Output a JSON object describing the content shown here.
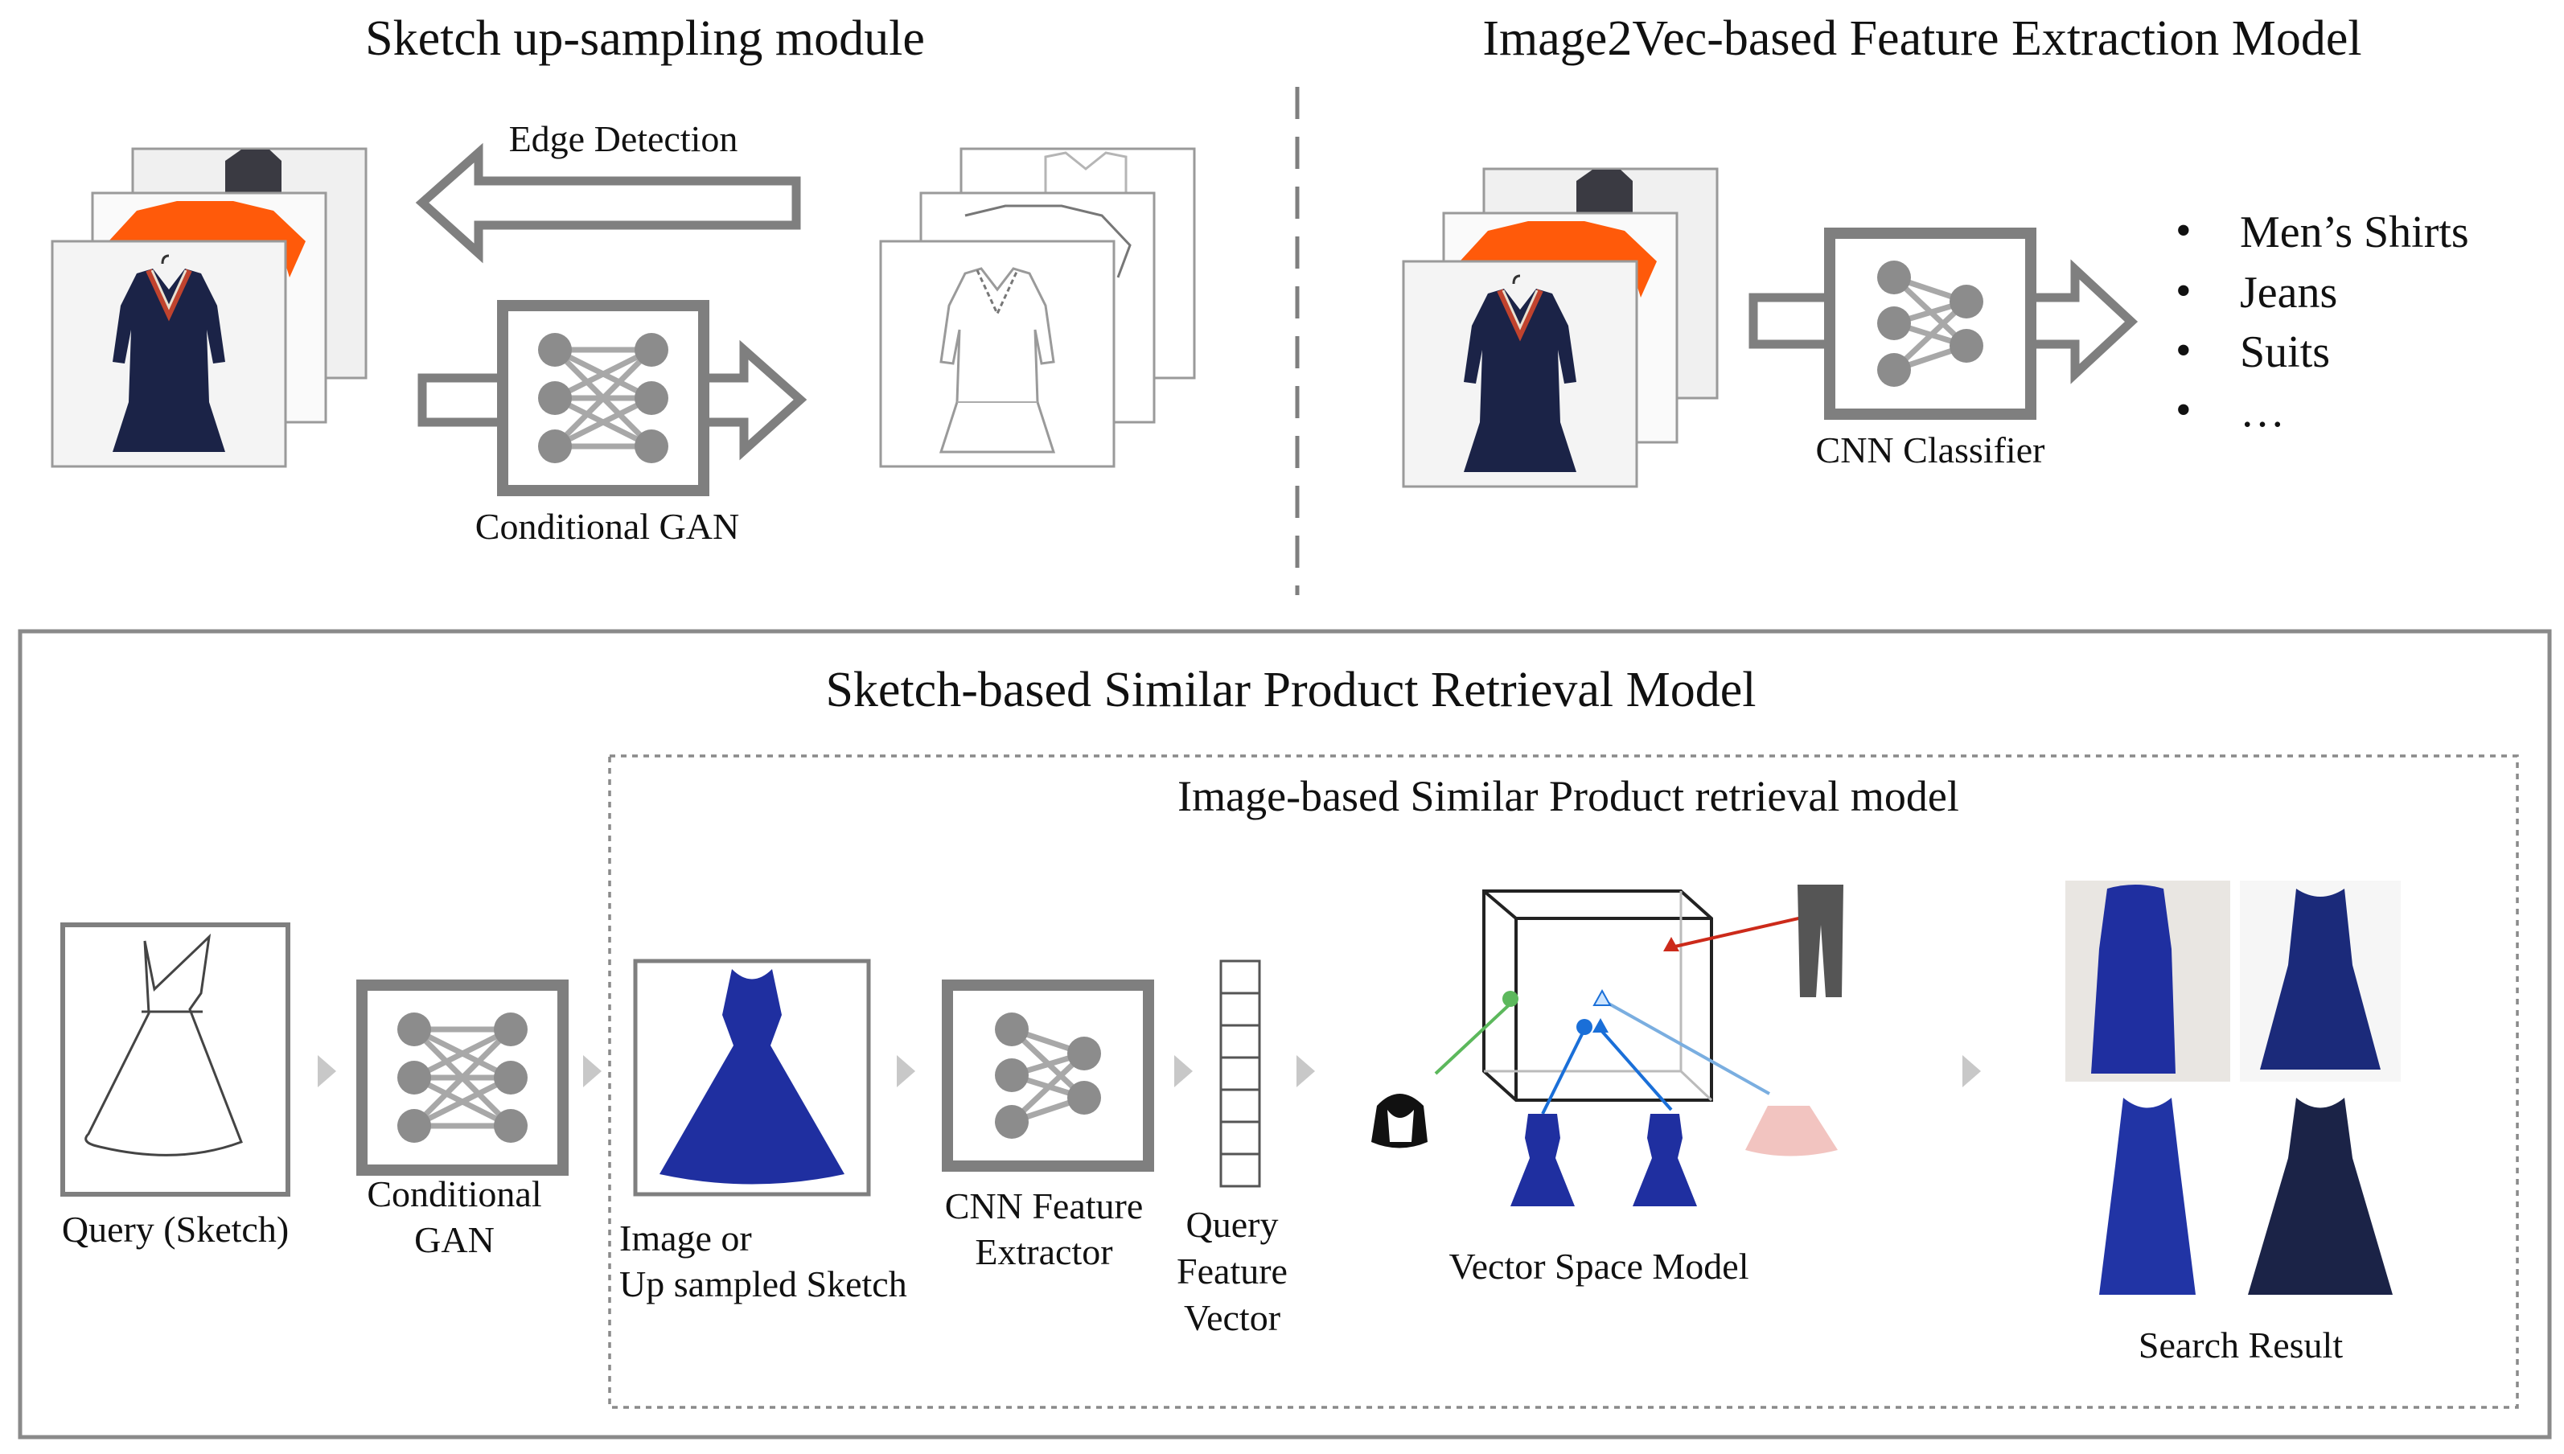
{
  "top_left": {
    "title": "Sketch up-sampling module",
    "edge_label": "Edge Detection",
    "gan_label": "Conditional GAN"
  },
  "top_right": {
    "title": "Image2Vec-based Feature Extraction Model",
    "classifier_label": "CNN Classifier",
    "classes": [
      "Men’s Shirts",
      "Jeans",
      "Suits",
      "…"
    ]
  },
  "bottom": {
    "title": "Sketch-based Similar Product Retrieval Model",
    "inner_title": "Image-based Similar Product retrieval model",
    "query_label": "Query (Sketch)",
    "gan_label_1": "Conditional",
    "gan_label_2": "GAN",
    "image_label_1": "Image or",
    "image_label_2": "Up sampled Sketch",
    "cnn_label_1": "CNN Feature",
    "cnn_label_2": "Extractor",
    "qfv_label_1": "Query",
    "qfv_label_2": "Feature",
    "qfv_label_3": "Vector",
    "vsm_label": "Vector Space Model",
    "result_label": "Search Result"
  },
  "colors": {
    "box_gray": "#7f7f7f",
    "node_gray": "#8c8c8c",
    "dress_navy": "#1b2347",
    "dress_blue": "#1f2fa0",
    "orange": "#ff5a0a",
    "red_marker": "#cc2a1a",
    "green_marker": "#5cb85c",
    "blue_marker": "#1a6fd8"
  },
  "icons": [
    "neural-network-icon",
    "hollow-arrow-icon",
    "dress-photo",
    "dress-sketch",
    "cube-icon"
  ]
}
